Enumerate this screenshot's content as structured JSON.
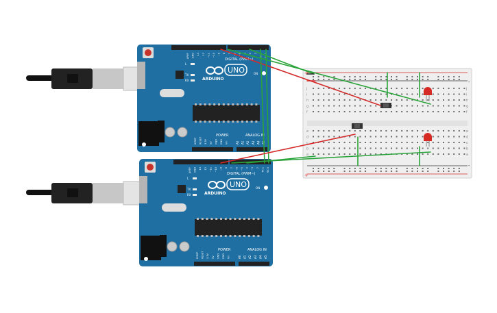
{
  "boards": [
    {
      "brand": "ARDUINO",
      "model": "UNO",
      "digital_label": "DIGITAL (PWM~)",
      "power_label": "POWER",
      "analog_label": "ANALOG IN",
      "digital_pins": [
        "AREF",
        "GND",
        "13",
        "12",
        "~11",
        "~10",
        "~9",
        "8",
        "7",
        "~6",
        "~5",
        "4",
        "~3",
        "2",
        "TX 1",
        "RX 0"
      ],
      "power_pins": [
        "IOREF",
        "RESET",
        "3.3V",
        "5V",
        "GND",
        "GND",
        "Vin"
      ],
      "analog_pins": [
        "A0",
        "A1",
        "A2",
        "A3",
        "A4",
        "A5"
      ],
      "led_labels": [
        "L",
        "TX",
        "RX",
        "ON"
      ]
    },
    {
      "brand": "ARDUINO",
      "model": "UNO",
      "digital_label": "DIGITAL (PWM~)",
      "power_label": "POWER",
      "analog_label": "ANALOG IN",
      "digital_pins": [
        "AREF",
        "GND",
        "13",
        "12",
        "~11",
        "~10",
        "~9",
        "8",
        "7",
        "~6",
        "~5",
        "4",
        "~3",
        "2",
        "TX 1",
        "RX 0"
      ],
      "power_pins": [
        "IOREF",
        "RESET",
        "3.3V",
        "5V",
        "GND",
        "GND",
        "Vin"
      ],
      "analog_pins": [
        "A0",
        "A1",
        "A2",
        "A3",
        "A4",
        "A5"
      ],
      "led_labels": [
        "L",
        "TX",
        "RX",
        "ON"
      ]
    }
  ],
  "breadboard": {
    "row_letters_top": [
      "j",
      "i",
      "h",
      "g",
      "f"
    ],
    "row_letters_bottom": [
      "e",
      "d",
      "c",
      "b",
      "a"
    ],
    "column_count": 30,
    "rail_plus": "+",
    "rail_minus": "-"
  },
  "wire_colors": {
    "red": "#d42a2a",
    "green": "#2aa43a",
    "black": "#222222"
  },
  "board_color": "#1f6fa2",
  "led_color": "#d62b25"
}
